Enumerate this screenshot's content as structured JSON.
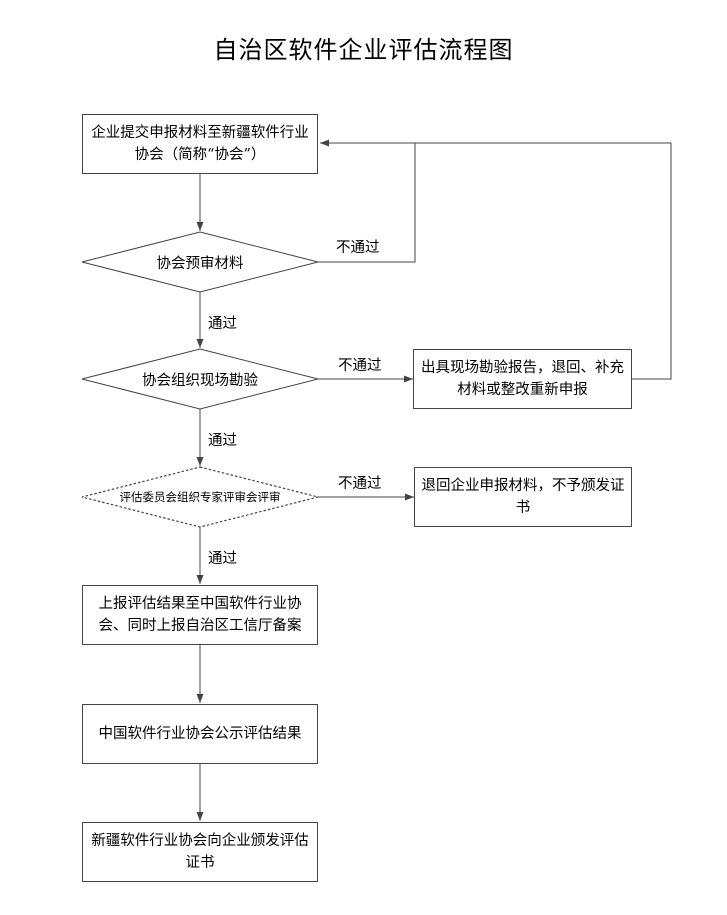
{
  "title": "自治区软件企业评估流程图",
  "nodes": {
    "submit": "企业提交申报材料至新疆软件行业协会（简称“协会”）",
    "pre_review": "协会预审材料",
    "site_survey": "协会组织现场勘验",
    "survey_report": "出具现场勘验报告，退回、补充材料或整改重新申报",
    "expert_review": "评估委员会组织专家评审会评审",
    "return_materials": "退回企业申报材料，不予颁发证书",
    "report_results": "上报评估结果至中国软件行业协会、同时上报自治区工信厅备案",
    "publish_results": "中国软件行业协会公示评估结果",
    "issue_certificate": "新疆软件行业协会向企业颁发评估证书"
  },
  "edges": {
    "pass_1": "通过",
    "pass_2": "通过",
    "pass_3": "通过",
    "fail_1": "不通过",
    "fail_2": "不通过",
    "fail_3": "不通过"
  },
  "colors": {
    "line": "#444444",
    "box_border": "#444444"
  }
}
